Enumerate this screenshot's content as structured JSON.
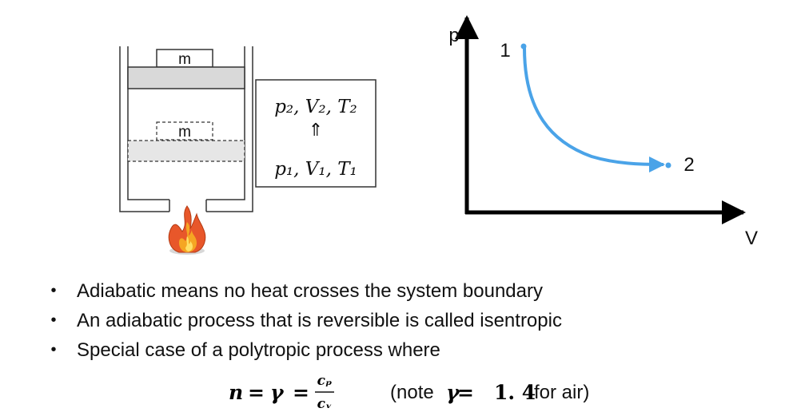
{
  "piston_diagram": {
    "mass_label_top": "m",
    "mass_label_bottom": "m",
    "state_box": {
      "top_state": "p₂, V₂, T₂",
      "arrow": "⇑",
      "bottom_state": "p₁, V₁, T₁"
    }
  },
  "pv_diagram": {
    "y_axis_label": "p",
    "x_axis_label": "V",
    "point_1_label": "1",
    "point_2_label": "2",
    "curve_color": "#4aa3e8"
  },
  "bullets": [
    "Adiabatic means no heat crosses the system boundary",
    "An adiabatic process that is reversible is called isentropic",
    "Special case of a polytropic process where"
  ],
  "formula": {
    "n": "n",
    "eq1": "=",
    "gamma": "γ",
    "eq2": "=",
    "numerator": "cₚ",
    "denominator": "cᵥ",
    "note_open": "(note ",
    "note_gamma": "γ",
    "note_eq": " = ",
    "note_value": "1. 4",
    "note_close": " for air)"
  }
}
